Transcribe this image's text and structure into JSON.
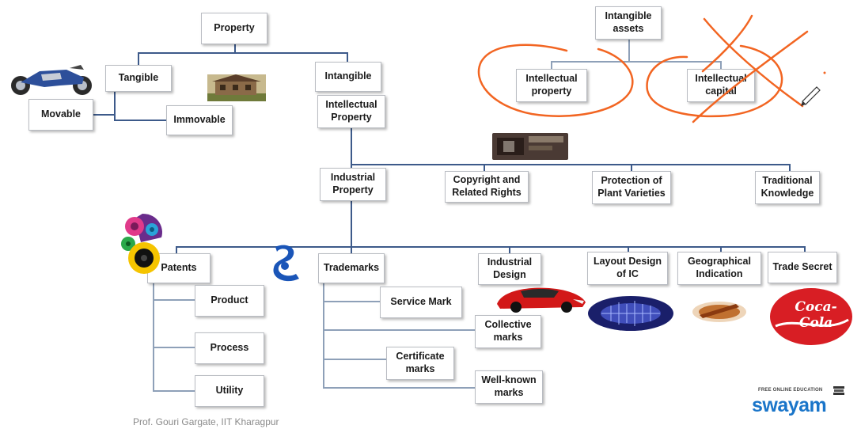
{
  "diagram": {
    "nodes": {
      "property": "Property",
      "tangible": "Tangible",
      "intangible": "Intangible",
      "movable": "Movable",
      "immovable": "Immovable",
      "intellectual_property": "Intellectual\nProperty",
      "intangible_assets": "Intangible\nassets",
      "ip_right": "Intellectual\nproperty",
      "intellectual_capital": "Intellectual\ncapital",
      "industrial_property": "Industrial\nProperty",
      "copyright": "Copyright and\nRelated Rights",
      "plant_varieties": "Protection of\nPlant Varieties",
      "traditional_knowledge": "Traditional\nKnowledge",
      "patents": "Patents",
      "trademarks": "Trademarks",
      "industrial_design": "Industrial\nDesign",
      "layout_design": "Layout Design\nof IC",
      "geographical_indication": "Geographical\nIndication",
      "trade_secret": "Trade Secret",
      "product": "Product",
      "process": "Process",
      "utility": "Utility",
      "service_mark": "Service Mark",
      "collective_marks": "Collective\nmarks",
      "certificate_marks": "Certificate\nmarks",
      "well_known_marks": "Well-known\nmarks"
    },
    "images": {
      "coca_cola_logo_text": "Coca-Cola"
    }
  },
  "footer": {
    "credit": "Prof. Gouri Gargate,  IIT Kharagpur"
  },
  "logo": {
    "tagline_top": "FREE ONLINE EDUCATION",
    "name": "swayam"
  },
  "colors": {
    "connector": "#3d5a8a",
    "annotation": "#f26522",
    "swayam_blue": "#1a75c9"
  }
}
